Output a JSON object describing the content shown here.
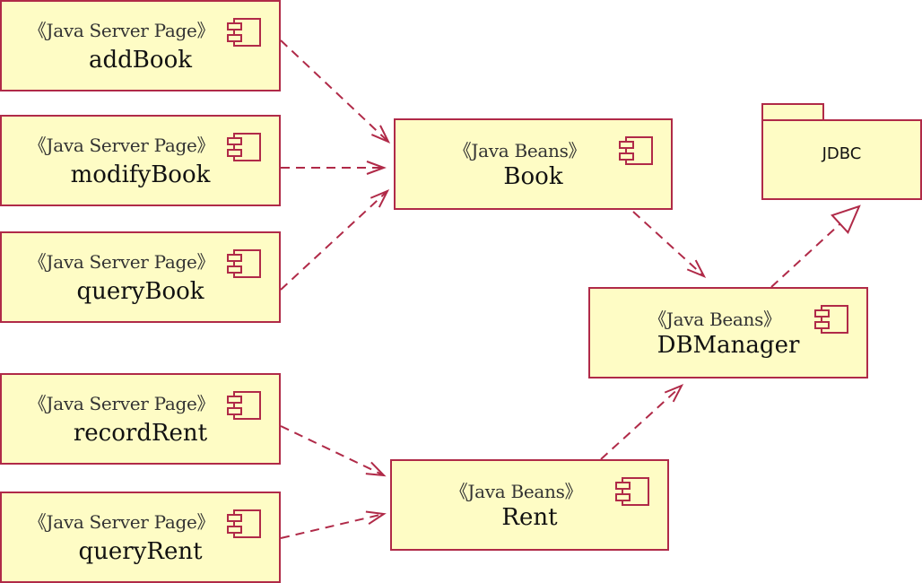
{
  "colors": {
    "border": "#b02a48",
    "fill": "#fefcc5",
    "line": "#b02a48"
  },
  "stereotypes": {
    "jsp": "《Java Server  Page》",
    "bean": "《Java Beans》"
  },
  "components": {
    "addBook": "addBook",
    "modifyBook": "modifyBook",
    "queryBook": "queryBook",
    "recordRent": "recordRent",
    "queryRent": "queryRent",
    "book": "Book",
    "rent": "Rent",
    "dbmanager": "DBManager"
  },
  "package": {
    "name": "JDBC"
  },
  "icons": {
    "component": "uml-component-icon",
    "package": "uml-package-icon"
  }
}
